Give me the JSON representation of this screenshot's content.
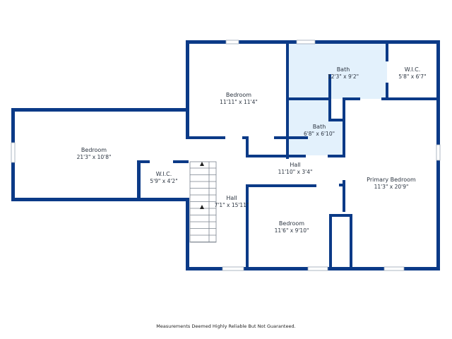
{
  "rooms": [
    {
      "name": "Bedroom",
      "size": "11'11\" x 11'4\""
    },
    {
      "name": "Bath",
      "size": "12'3\" x 9'2\""
    },
    {
      "name": "W.I.C.",
      "size": "5'8\" x 6'7\""
    },
    {
      "name": "Bath",
      "size": "6'8\" x 6'10\""
    },
    {
      "name": "Bedroom",
      "size": "21'3\" x 10'8\""
    },
    {
      "name": "W.I.C.",
      "size": "5'9\" x 4'2\""
    },
    {
      "name": "Hall",
      "size": "11'10\" x 3'4\""
    },
    {
      "name": "Hall",
      "size": "7'1\" x 15'11\""
    },
    {
      "name": "Primary Bedroom",
      "size": "11'3\" x 20'9\""
    },
    {
      "name": "Bedroom",
      "size": "11'6\" x 9'10\""
    }
  ],
  "colors": {
    "wall": "#0b3a87",
    "bath_fill": "#e3f1fc"
  },
  "footer": "Measurements Deemed Highly Reliable But Not Guaranteed."
}
